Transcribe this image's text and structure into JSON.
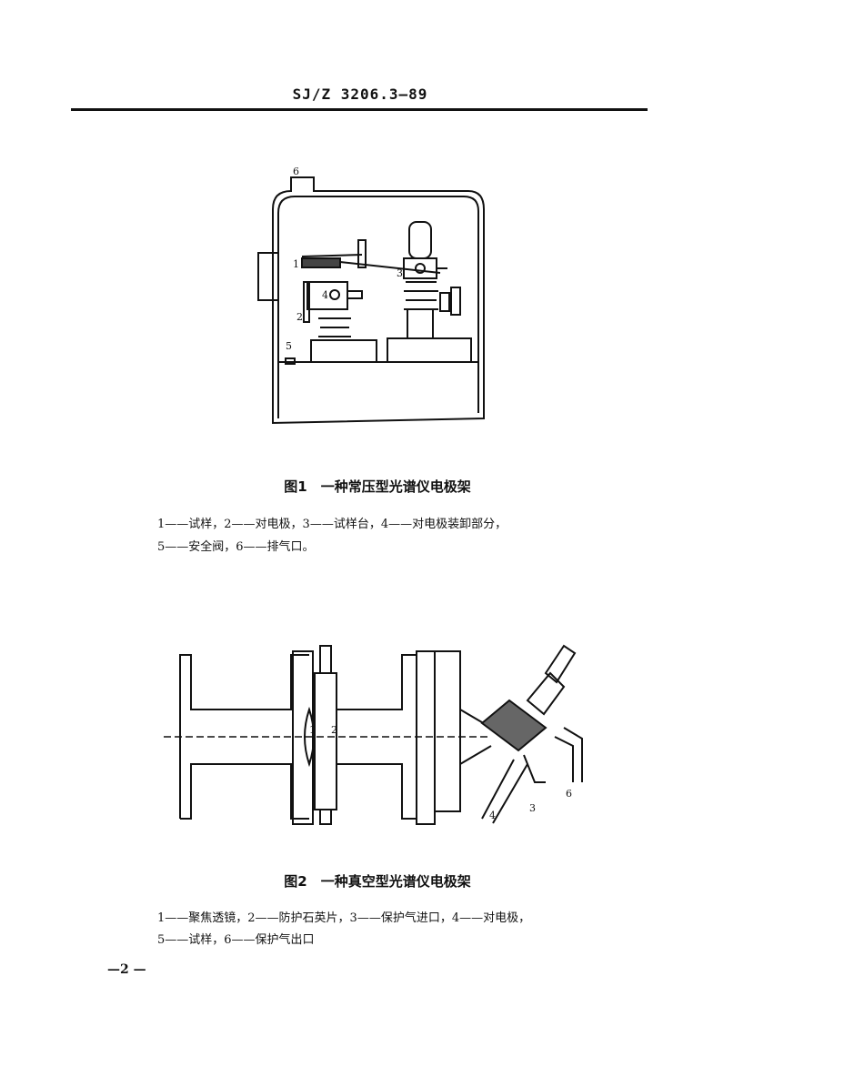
{
  "header": {
    "doc_code": "SJ/Z 3206.3—89"
  },
  "figure1": {
    "callouts": {
      "c1": "1",
      "c2": "2",
      "c3": "3",
      "c4": "4",
      "c5": "5",
      "c6": "6"
    },
    "caption": "图1　一种常压型光谱仪电极架",
    "legend_line1": "1——试样，2——对电极，3——试样台，4——对电极装卸部分，",
    "legend_line2": "5——安全阀，6——排气口。"
  },
  "figure2": {
    "callouts": {
      "c1": "1",
      "c2": "2",
      "c3": "3",
      "c4": "4",
      "c6": "6"
    },
    "caption": "图2　一种真空型光谱仪电极架",
    "legend_line1": "1——聚焦透镜，2——防护石英片，3——保护气进口，4——对电极，",
    "legend_line2": "5——试样，6——保护气出口"
  },
  "footer": {
    "page_number": "—2 —"
  }
}
